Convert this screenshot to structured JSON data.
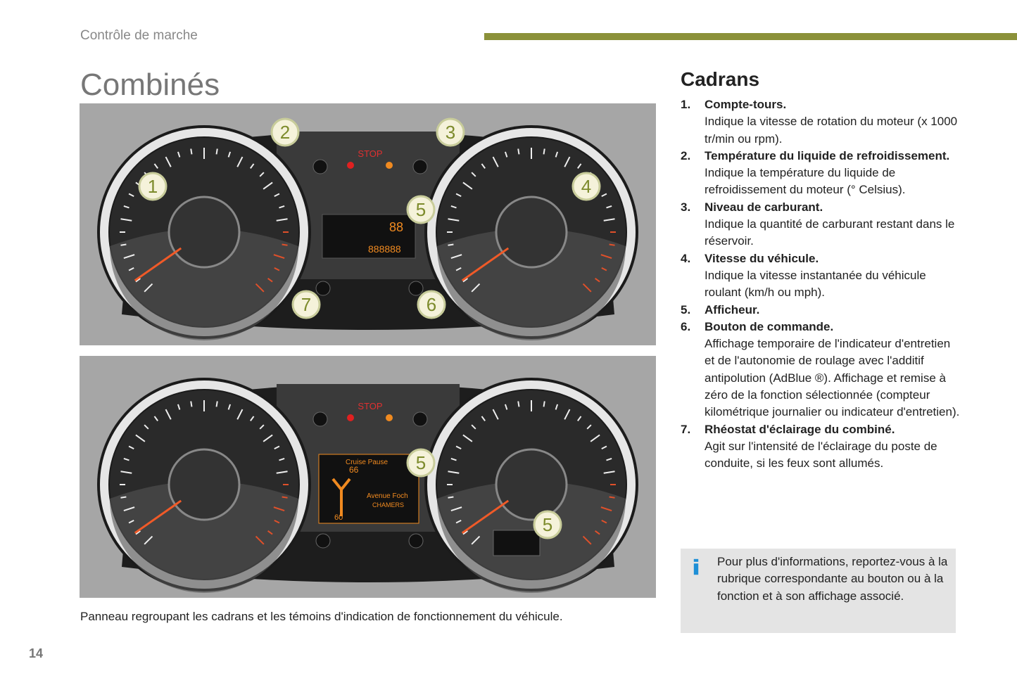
{
  "header": {
    "section": "Contrôle de marche",
    "accent_color": "#8b913a"
  },
  "title": "Combinés",
  "figure1": {
    "callouts": [
      "1",
      "2",
      "3",
      "4",
      "5",
      "6",
      "7"
    ],
    "stop_label": "STOP"
  },
  "figure2": {
    "callouts": [
      "5",
      "5"
    ],
    "stop_label": "STOP",
    "nav_cruise": "Cruise  Pause",
    "nav_speed": "66",
    "nav_street": "Avenue Foch",
    "nav_city": "CHAMERS",
    "nav_dist": "60"
  },
  "caption": "Panneau regroupant les cadrans et les témoins d'indication de fonctionnement du véhicule.",
  "page_number": "14",
  "cadrans": {
    "heading": "Cadrans",
    "items": [
      {
        "num": "1.",
        "title": "Compte-tours.",
        "desc": "Indique la vitesse de rotation du moteur (x 1000 tr/min ou rpm)."
      },
      {
        "num": "2.",
        "title": "Température du liquide de refroidissement.",
        "desc": "Indique la température du liquide de refroidissement du moteur (° Celsius)."
      },
      {
        "num": "3.",
        "title": "Niveau de carburant.",
        "desc": "Indique la quantité de carburant restant dans le réservoir."
      },
      {
        "num": "4.",
        "title": "Vitesse du véhicule.",
        "desc": "Indique la vitesse instantanée du véhicule roulant (km/h ou mph)."
      },
      {
        "num": "5.",
        "title": "Afficheur.",
        "desc": ""
      },
      {
        "num": "6.",
        "title": "Bouton de commande.",
        "desc": "Affichage temporaire de l'indicateur d'entretien et de l'autonomie de roulage avec l'additif antipolution (AdBlue ®). Affichage et remise à zéro de la fonction sélectionnée (compteur kilométrique journalier ou indicateur d'entretien)."
      },
      {
        "num": "7.",
        "title": "Rhéostat d'éclairage du combiné.",
        "desc": "Agit sur l'intensité de l'éclairage du poste de conduite, si les feux sont allumés."
      }
    ]
  },
  "info": {
    "icon": "info-icon",
    "text": "Pour plus d'informations, reportez-vous à la rubrique correspondante au bouton ou à la fonction et à son affichage associé.",
    "icon_color": "#1e8fd6"
  }
}
